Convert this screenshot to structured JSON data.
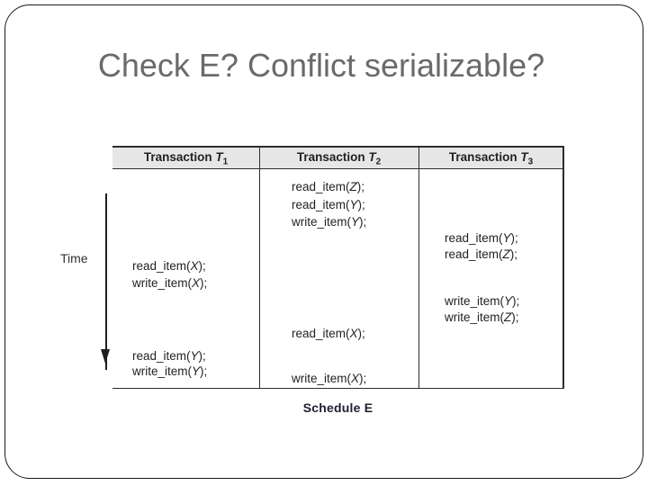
{
  "slide": {
    "title": "Check E? Conflict serializable?",
    "time_label": "Time",
    "caption": "Schedule E"
  },
  "schedule_table": {
    "columns": [
      {
        "name": "Transaction",
        "symbol": "T",
        "subscript": "1"
      },
      {
        "name": "Transaction",
        "symbol": "T",
        "subscript": "2"
      },
      {
        "name": "Transaction",
        "symbol": "T",
        "subscript": "3"
      }
    ],
    "operations": [
      {
        "transaction": "T2",
        "fn": "read_item",
        "item": "Z"
      },
      {
        "transaction": "T2",
        "fn": "read_item",
        "item": "Y"
      },
      {
        "transaction": "T2",
        "fn": "write_item",
        "item": "Y"
      },
      {
        "transaction": "T3",
        "fn": "read_item",
        "item": "Y"
      },
      {
        "transaction": "T3",
        "fn": "read_item",
        "item": "Z"
      },
      {
        "transaction": "T1",
        "fn": "read_item",
        "item": "X"
      },
      {
        "transaction": "T1",
        "fn": "write_item",
        "item": "X"
      },
      {
        "transaction": "T3",
        "fn": "write_item",
        "item": "Y"
      },
      {
        "transaction": "T3",
        "fn": "write_item",
        "item": "Z"
      },
      {
        "transaction": "T2",
        "fn": "read_item",
        "item": "X"
      },
      {
        "transaction": "T1",
        "fn": "read_item",
        "item": "Y"
      },
      {
        "transaction": "T1",
        "fn": "write_item",
        "item": "Y"
      },
      {
        "transaction": "T2",
        "fn": "write_item",
        "item": "X"
      }
    ]
  },
  "colors": {
    "title": "#6a6a6a",
    "table_line": "#2d2d2d",
    "header_bg": "#e6e6e6",
    "text": "#222222"
  }
}
